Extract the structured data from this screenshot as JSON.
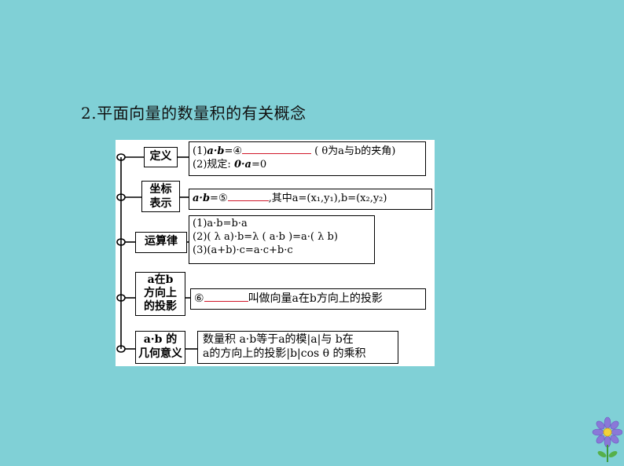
{
  "heading": "2.平面向量的数量积的有关概念",
  "rows": [
    {
      "category": "定义",
      "lines": [
        {
          "pre": "(1)",
          "expr": "a·b",
          "eq": "=④",
          "post": "( θ为a与b的夹角)"
        },
        {
          "pre": "(2)规定: ",
          "expr": "0·a",
          "eq": "=0",
          "post": ""
        }
      ]
    },
    {
      "category": [
        "坐标",
        "表示"
      ],
      "line": {
        "expr": "a·b",
        "eq": "=⑤",
        "post": ",其中a=(x₁,y₁),b=(x₂,y₂)"
      }
    },
    {
      "category": "运算律",
      "lines": [
        "(1)a·b=b·a",
        "(2)( λ a)·b=λ ( a·b )=a·( λ b)",
        "(3)(a+b)·c=a·c+b·c"
      ]
    },
    {
      "category": [
        "a在b",
        "方向上",
        "的投影"
      ],
      "line": {
        "num": "⑥",
        "post": "叫做向量a在b方向上的投影"
      }
    },
    {
      "category": [
        "a·b 的",
        "几何意义"
      ],
      "lines": [
        "数量积 a·b等于a的模|a|与 b在",
        "a的方向上的投影|b|cos θ 的乘积"
      ]
    }
  ],
  "colors": {
    "background": "#80d0d6",
    "blank_underline": "#d0182a",
    "panel": "#ffffff"
  }
}
